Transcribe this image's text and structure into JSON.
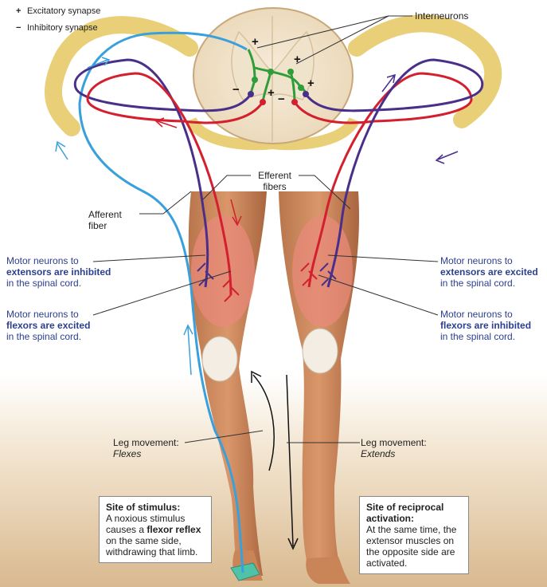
{
  "legend": {
    "excitatory": {
      "symbol": "+",
      "label": "Excitatory synapse"
    },
    "inhibitory": {
      "symbol": "−",
      "label": "Inhibitory synapse"
    }
  },
  "labels": {
    "interneurons": "Interneurons",
    "efferent": "Efferent fibers",
    "afferent": "Afferent fiber",
    "left_ext": {
      "pre": "Motor neurons to",
      "bold": "extensors are inhibited",
      "post": "in the spinal cord."
    },
    "left_flex": {
      "pre": "Motor neurons to",
      "bold": "flexors are excited",
      "post": "in the spinal cord."
    },
    "right_ext": {
      "pre": "Motor neurons to",
      "bold": "extensors are excited",
      "post": "in the spinal cord."
    },
    "right_flex": {
      "pre": "Motor neurons to",
      "bold": "flexors are inhibited",
      "post": "in the spinal cord."
    },
    "leg_left": {
      "title": "Leg movement:",
      "value": "Flexes"
    },
    "leg_right": {
      "title": "Leg movement:",
      "value": "Extends"
    }
  },
  "boxes": {
    "stimulus": {
      "title": "Site of stimulus:",
      "text1": "A noxious stimulus causes a ",
      "bold": "flexor reflex",
      "text2": " on the same side, withdrawing that limb."
    },
    "reciprocal": {
      "title": "Site of reciprocal activation:",
      "text": "At the same time, the extensor muscles on the opposite side are activated."
    }
  },
  "synapse_signs": [
    "+",
    "+",
    "+",
    "+",
    "−",
    "−"
  ],
  "colors": {
    "afferent": "#3aa0dc",
    "excitatory_efferent": "#d4202e",
    "inhibitory_efferent": "#4a2f8a",
    "interneuron": "#2f9e3a",
    "nerve": "#e9cf78",
    "label_blue": "#2b3f8f"
  }
}
